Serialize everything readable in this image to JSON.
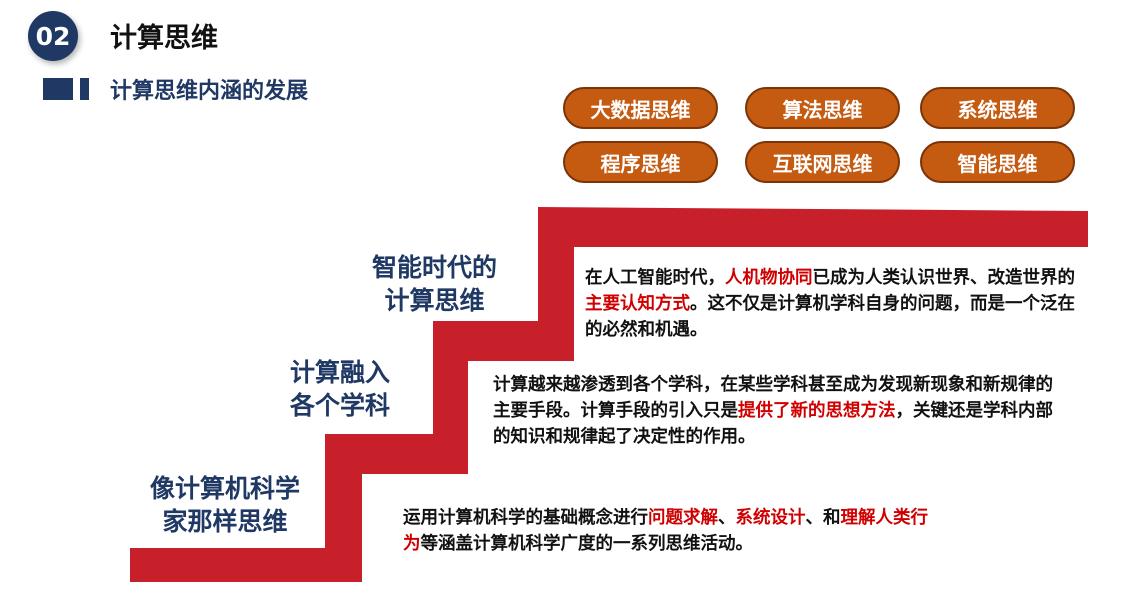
{
  "header": {
    "number": "02",
    "title": "计算思维",
    "subtitle": "计算思维内涵的发展"
  },
  "pills": [
    "大数据思维",
    "算法思维",
    "系统思维",
    "程序思维",
    "互联网思维",
    "智能思维"
  ],
  "stages": [
    {
      "line1": "智能时代的",
      "line2": "计算思维"
    },
    {
      "line1": "计算融入",
      "line2": "各个学科"
    },
    {
      "line1": "像计算机科学",
      "line2": "家那样思维"
    }
  ],
  "descs": {
    "d1": [
      "在人工智能时代，",
      "人机物协同",
      "已成为人类认识世界、改造世界的",
      "主要认知方式",
      "。这不仅是计算机学科自身的问题，而是一个泛在的必然和机遇。"
    ],
    "d2": [
      "计算越来越渗透到各个学科，在某些学科甚至成为发现新现象和新规律的主要手段。计算手段的引入只是",
      "提供了新的思想方法",
      "，关键还是学科内部的知识和规律起了决定性的作用。"
    ],
    "d3": [
      "运用计算机科学的基础概念进行",
      "问题求解",
      "、",
      "系统设计",
      "、和",
      "理解人类行为",
      "等涵盖计算机科学广度的一系列思维活动。"
    ]
  },
  "colors": {
    "navy": "#1f3864",
    "red": "#c8202a",
    "orange": "#c55a11",
    "highlight": "#d00000"
  }
}
